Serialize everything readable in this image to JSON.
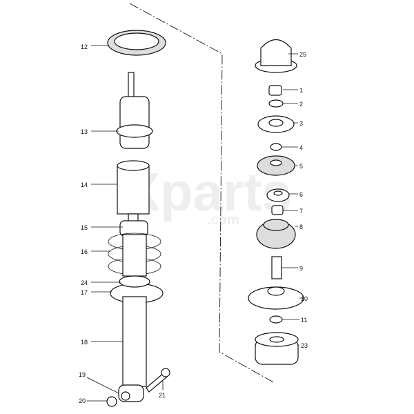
{
  "watermark": {
    "main": "Xparts",
    "sub": ".com"
  },
  "callouts": {
    "c12": "12",
    "c13": "13",
    "c14": "14",
    "c15": "15",
    "c16": "16",
    "c24": "24",
    "c17": "17",
    "c18": "18",
    "c19": "19",
    "c20": "20",
    "c21": "21",
    "c25": "25",
    "c1": "1",
    "c2": "2",
    "c3": "3",
    "c4": "4",
    "c5": "5",
    "c6": "6",
    "c7": "7",
    "c8": "8",
    "c9": "9",
    "c10": "10",
    "c11": "11",
    "c23": "23"
  }
}
